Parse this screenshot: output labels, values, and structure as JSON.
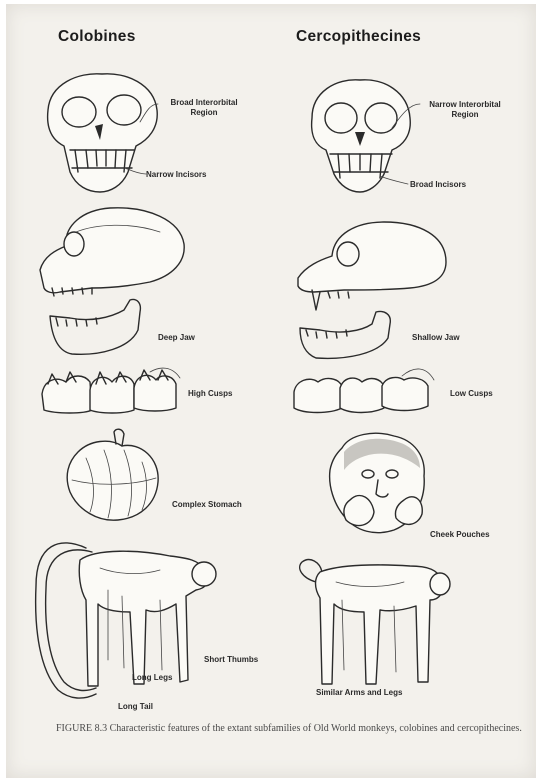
{
  "headings": {
    "left": "Colobines",
    "right": "Cercopithecines"
  },
  "labels": {
    "broad_interorbital": [
      "Broad Interorbital",
      "Region"
    ],
    "narrow_interorbital": [
      "Narrow Interorbital",
      "Region"
    ],
    "narrow_incisors": "Narrow Incisors",
    "broad_incisors": "Broad Incisors",
    "deep_jaw": "Deep Jaw",
    "shallow_jaw": "Shallow Jaw",
    "high_cusps": "High Cusps",
    "low_cusps": "Low Cusps",
    "complex_stomach": "Complex Stomach",
    "cheek_pouches": "Cheek Pouches",
    "short_thumbs": "Short Thumbs",
    "long_legs": "Long Legs",
    "long_tail": "Long Tail",
    "similar_arms_legs": "Similar Arms and Legs"
  },
  "caption": "FIGURE 8.3   Characteristic features of the extant subfamilies of Old World monkeys, colobines and cercopithecines."
}
